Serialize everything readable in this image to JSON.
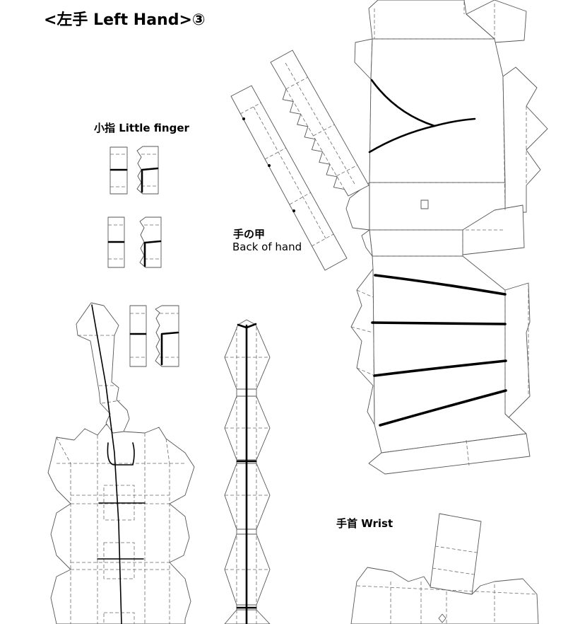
{
  "title": "<左手 Left Hand>③",
  "labels": {
    "little_finger": "小指 Little finger",
    "back_of_hand_jp": "手の甲",
    "back_of_hand_en": "Back of hand",
    "wrist": "手首 Wrist"
  },
  "colors": {
    "background": "#ffffff",
    "cut_line": "#555555",
    "fold_line": "#6a6a6a",
    "ink": "#000000"
  }
}
